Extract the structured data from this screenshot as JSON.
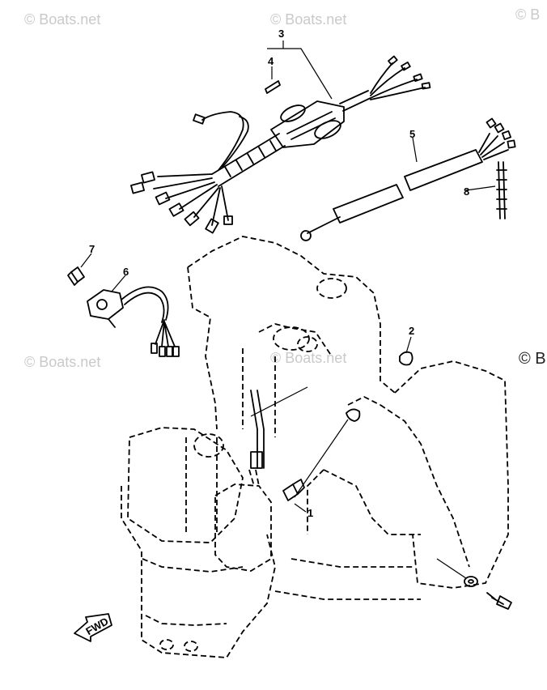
{
  "watermarks": {
    "top_left": "© Boats.net",
    "top_center": "© Boats.net",
    "top_right": "© B",
    "mid_left": "© Boats.net",
    "mid_center": "© Boats.net",
    "mid_right": "© B"
  },
  "callouts": [
    "1",
    "2",
    "3",
    "4",
    "5",
    "6",
    "7",
    "8"
  ],
  "direction_label": "FWD"
}
